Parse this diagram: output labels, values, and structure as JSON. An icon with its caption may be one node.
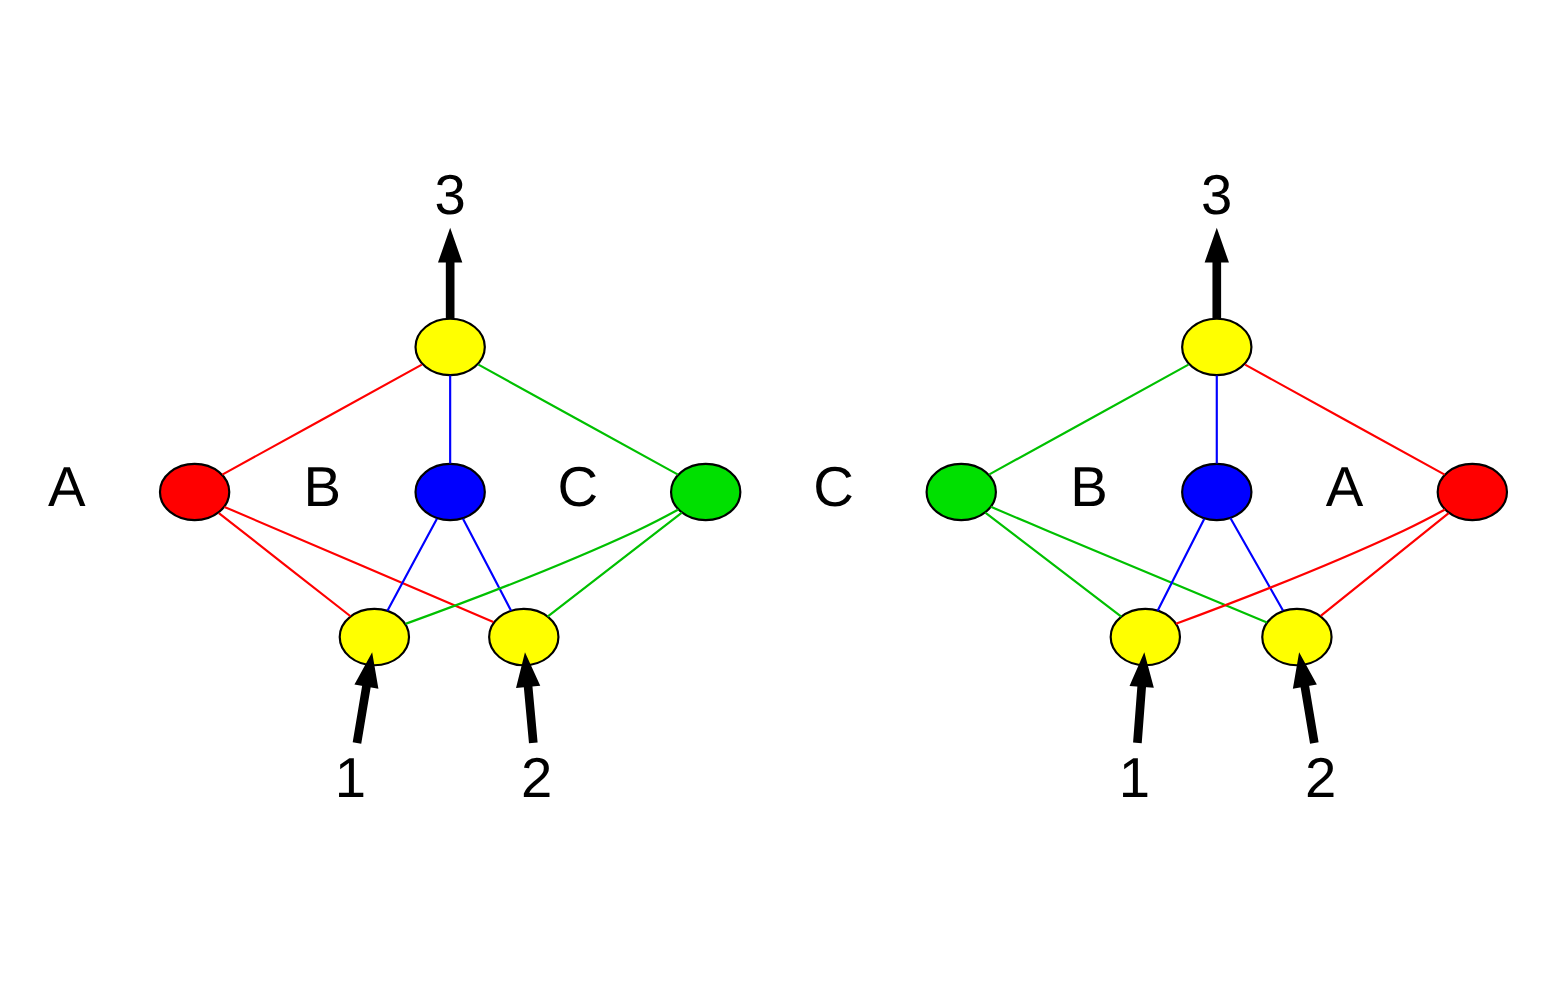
{
  "diagram": {
    "nodes": [
      {
        "text": [
          "3"
        ]
      },
      {
        "text": [],
        "shape": "circle"
      },
      {
        "text": [],
        "shape": "circle",
        "beside": [
          "A"
        ]
      },
      {
        "text": [],
        "shape": "circle",
        "beside": [
          "B"
        ]
      },
      {
        "text": [],
        "shape": "circle",
        "beside": [
          "C"
        ]
      },
      {
        "text": [],
        "shape": "circle"
      },
      {
        "text": [],
        "shape": "circle"
      },
      {
        "text": [
          "1"
        ]
      },
      {
        "text": [
          "2"
        ]
      },
      {
        "text": [
          "3"
        ]
      },
      {
        "text": [],
        "shape": "circle"
      },
      {
        "text": [],
        "shape": "circle",
        "beside": [
          "C"
        ]
      },
      {
        "text": [],
        "shape": "circle",
        "beside": [
          "B"
        ]
      },
      {
        "text": [],
        "shape": "circle",
        "beside": [
          "A"
        ]
      },
      {
        "text": [],
        "shape": "circle"
      },
      {
        "text": [],
        "shape": "circle"
      },
      {
        "text": [
          "1"
        ]
      },
      {
        "text": [
          "2"
        ]
      }
    ],
    "edges": [
      {
        "from": 1,
        "to": 0,
        "arrow": "to",
        "style": "thick"
      },
      {
        "from": 1,
        "to": 2,
        "arrow": "none",
        "color": "#ff0000"
      },
      {
        "from": 1,
        "to": 3,
        "arrow": "none",
        "color": "#0000ff"
      },
      {
        "from": 1,
        "to": 4,
        "arrow": "none",
        "color": "#00c000"
      },
      {
        "from": 2,
        "to": 5,
        "arrow": "none",
        "color": "#ff0000"
      },
      {
        "from": 2,
        "to": 6,
        "arrow": "none",
        "color": "#ff0000"
      },
      {
        "from": 3,
        "to": 5,
        "arrow": "none",
        "color": "#0000ff"
      },
      {
        "from": 3,
        "to": 6,
        "arrow": "none",
        "color": "#0000ff"
      },
      {
        "from": 4,
        "to": 5,
        "arrow": "none",
        "color": "#00c000"
      },
      {
        "from": 4,
        "to": 6,
        "arrow": "none",
        "color": "#00c000"
      },
      {
        "from": 7,
        "to": 5,
        "arrow": "to",
        "style": "thick"
      },
      {
        "from": 8,
        "to": 6,
        "arrow": "to",
        "style": "thick"
      },
      {
        "from": 10,
        "to": 9,
        "arrow": "to",
        "style": "thick"
      },
      {
        "from": 10,
        "to": 11,
        "arrow": "none",
        "color": "#00c000"
      },
      {
        "from": 10,
        "to": 12,
        "arrow": "none",
        "color": "#0000ff"
      },
      {
        "from": 10,
        "to": 13,
        "arrow": "none",
        "color": "#ff0000"
      },
      {
        "from": 11,
        "to": 14,
        "arrow": "none",
        "color": "#00c000"
      },
      {
        "from": 11,
        "to": 15,
        "arrow": "none",
        "color": "#00c000"
      },
      {
        "from": 12,
        "to": 14,
        "arrow": "none",
        "color": "#0000ff"
      },
      {
        "from": 12,
        "to": 15,
        "arrow": "none",
        "color": "#0000ff"
      },
      {
        "from": 13,
        "to": 14,
        "arrow": "none",
        "color": "#ff0000"
      },
      {
        "from": 13,
        "to": 15,
        "arrow": "none",
        "color": "#ff0000"
      },
      {
        "from": 16,
        "to": 14,
        "arrow": "to",
        "style": "thick"
      },
      {
        "from": 17,
        "to": 15,
        "arrow": "to",
        "style": "thick"
      }
    ]
  }
}
